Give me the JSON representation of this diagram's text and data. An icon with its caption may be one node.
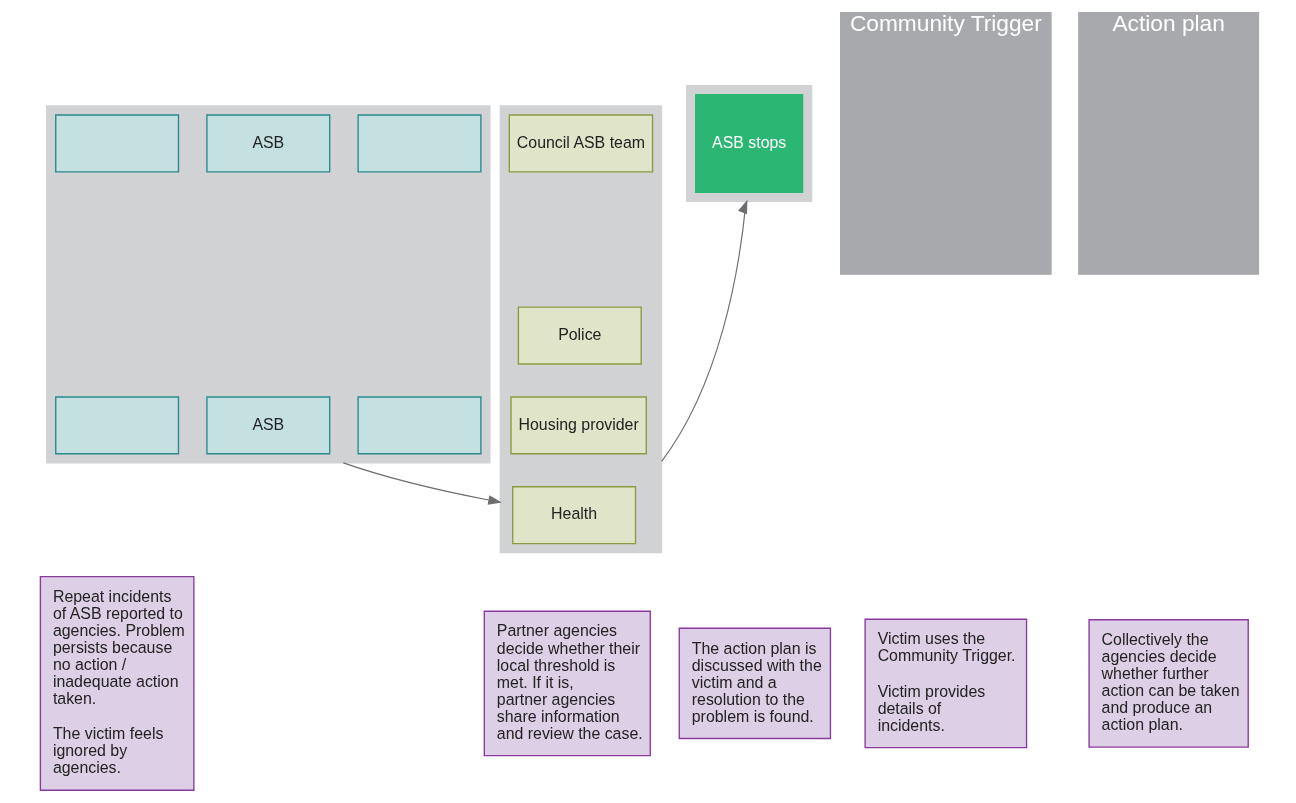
{
  "diagram": {
    "nodes": [
      {
        "text": [],
        "shape": "box"
      },
      {
        "text": [],
        "shape": "box",
        "in": 0
      },
      {
        "text": [],
        "shape": "box",
        "in": 0
      },
      {
        "text": [
          "ASB"
        ],
        "in": 0
      },
      {
        "text": [],
        "shape": "box",
        "in": 0
      },
      {
        "text": [],
        "shape": "box",
        "in": 0
      },
      {
        "text": [
          "ASB"
        ],
        "in": 0
      },
      {
        "text": [
          "Repeat incidents of ASB reported to agencies. Problem persists because no action / inadequate action taken.",
          "The victim feels ignored by agencies."
        ]
      },
      {
        "text": [
          "Community Trigger"
        ]
      },
      {
        "text": [
          "Victim uses the Community Trigger.",
          "Victim provides details of incidents."
        ]
      },
      {
        "text": [],
        "shape": "box"
      },
      {
        "text": [
          "Council ASB team"
        ],
        "in": 10
      },
      {
        "text": [
          "Police"
        ],
        "in": 10
      },
      {
        "text": [
          "Housing provider"
        ],
        "in": 10
      },
      {
        "text": [
          "Health"
        ],
        "in": 10
      },
      {
        "text": [
          "Partner agencies decide whether their local threshold is met. If it is, partner agencies share information and review the case."
        ]
      },
      {
        "text": [
          "Action plan"
        ]
      },
      {
        "text": [
          "Collectively the agencies decide whether further action can be taken and produce an action plan."
        ]
      },
      {
        "text": [],
        "shape": "box"
      },
      {
        "text": [
          "ASB stops"
        ],
        "in": 18
      },
      {
        "text": [
          "The action plan is discussed with the victim and a resolution to the problem is found."
        ]
      }
    ],
    "edges": [
      {
        "from": 0,
        "to": 10,
        "arrow": "to"
      },
      {
        "from": 10,
        "to": 18,
        "arrow": "to"
      }
    ]
  }
}
